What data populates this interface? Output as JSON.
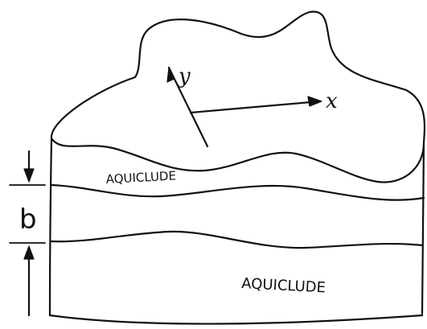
{
  "figure": {
    "top_axis_y_label": "y",
    "top_axis_x_label": "x",
    "upper_layer_label": "AQUICLUDE",
    "thickness_label": "b",
    "lower_layer_label": "AQUICLUDE",
    "ink_color": "#111111"
  }
}
